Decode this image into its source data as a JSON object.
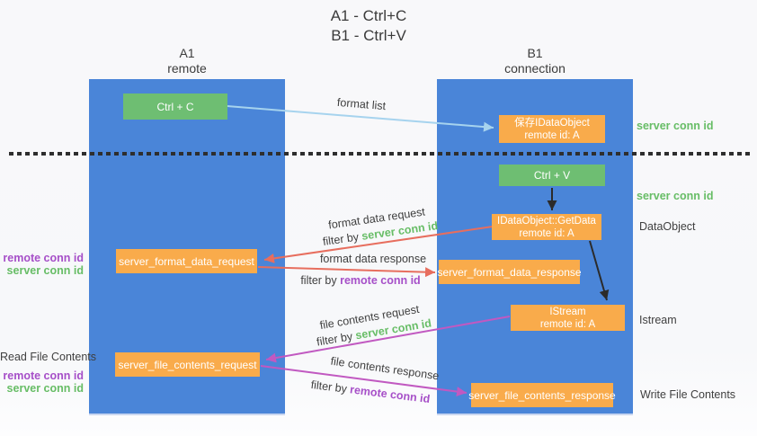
{
  "title": {
    "line1": "A1 - Ctrl+C",
    "line2": "B1 - Ctrl+V"
  },
  "lanes": {
    "left": {
      "name": "A1",
      "subtitle": "remote"
    },
    "right": {
      "name": "B1",
      "subtitle": "connection"
    }
  },
  "nodes": {
    "ctrl_c": {
      "label": "Ctrl + C"
    },
    "ctrl_v": {
      "label": "Ctrl + V"
    },
    "save_dataobject": {
      "line1": "保存IDataObject",
      "line2": "remote id: A"
    },
    "getdata": {
      "line1": "IDataObject::GetData",
      "line2": "remote id: A"
    },
    "istream": {
      "line1": "IStream",
      "line2": "remote id: A"
    },
    "format_request": {
      "label": "server_format_data_request"
    },
    "format_response": {
      "label": "server_format_data_response"
    },
    "file_request": {
      "label": "server_file_contents_request"
    },
    "file_response": {
      "label": "server_file_contents_response"
    }
  },
  "edges": {
    "format_list": {
      "label": "format list"
    },
    "format_data_request": {
      "label": "format data request",
      "filter_prefix": "filter by",
      "filter_key": "server conn id"
    },
    "format_data_response": {
      "label": "format data response",
      "filter_prefix": "filter by",
      "filter_key": "remote conn id"
    },
    "file_contents_request": {
      "label": "file contents request",
      "filter_prefix": "filter by",
      "filter_key": "server conn id"
    },
    "file_contents_response": {
      "label": "file contents response",
      "filter_prefix": "filter by",
      "filter_key": "remote conn id"
    }
  },
  "annotations": {
    "right_server_conn_id_top": "server conn id",
    "right_server_conn_id_mid": "server conn id",
    "right_dataobject": "DataObject",
    "right_istream": "Istream",
    "right_write_file": "Write File Contents",
    "left_remote_conn_id_top": "remote conn id",
    "left_server_conn_id_top": "server conn id",
    "left_read_file": "Read File Contents",
    "left_remote_conn_id_bottom": "remote conn id",
    "left_server_conn_id_bottom": "server conn id"
  },
  "colors": {
    "lane_blue": "#4a85d8",
    "node_green": "#6ebe72",
    "node_orange": "#f9ab4b",
    "arrow_lightblue": "#a6d3ee",
    "arrow_red": "#e76e5e",
    "arrow_magenta": "#c159c1",
    "arrow_black": "#2b2b2b",
    "text_green": "#67bd66",
    "text_purple": "#a64fc8",
    "text_dark": "#3f3f3f",
    "separator_dashed": "#2e2e2e"
  }
}
